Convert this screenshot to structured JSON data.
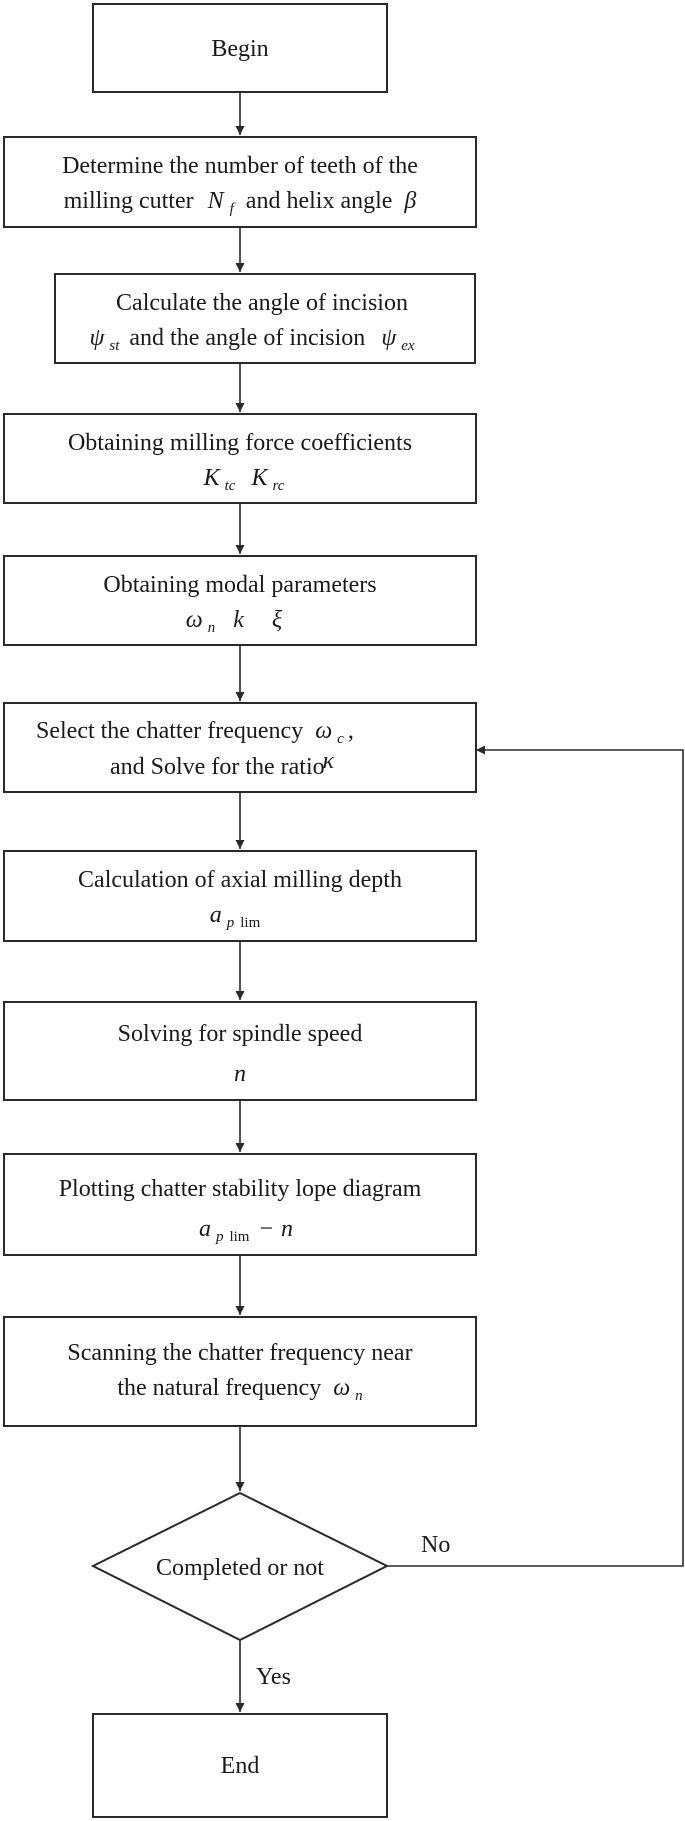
{
  "nodes": {
    "begin": {
      "text": "Begin"
    },
    "teeth": {
      "line1": "Determine the number of teeth of the",
      "line2_a": "milling cutter",
      "line2_b": "and helix angle"
    },
    "angle": {
      "line1": "Calculate the angle of incision",
      "line2": "and the angle of incision"
    },
    "force": {
      "line1": "Obtaining milling force coefficients"
    },
    "modal": {
      "line1": "Obtaining modal parameters"
    },
    "chatter": {
      "line1": "Select the chatter frequency",
      "line2": "and Solve for the ratio"
    },
    "depth": {
      "line1": "Calculation of axial milling depth"
    },
    "speed": {
      "line1": "Solving for spindle speed"
    },
    "plot": {
      "line1": "Plotting chatter stability lope diagram"
    },
    "scan": {
      "line1": "Scanning the chatter frequency near",
      "line2": "the natural frequency"
    },
    "decision": {
      "text": "Completed or not"
    },
    "end": {
      "text": "End"
    }
  },
  "symbols": {
    "N": "N",
    "f": "f",
    "beta": "β",
    "psi": "ψ",
    "st": "st",
    "ex": "ex",
    "K": "K",
    "tc": "tc",
    "rc": "rc",
    "omega": "ω",
    "n_sub": "n",
    "k": "k",
    "xi": "ξ",
    "c_sub": "c",
    "comma": ",",
    "kappa": "κ",
    "a": "a",
    "p": "p",
    "lim": "lim",
    "n": "n",
    "minus": "−"
  },
  "edge_labels": {
    "no": "No",
    "yes": "Yes"
  }
}
